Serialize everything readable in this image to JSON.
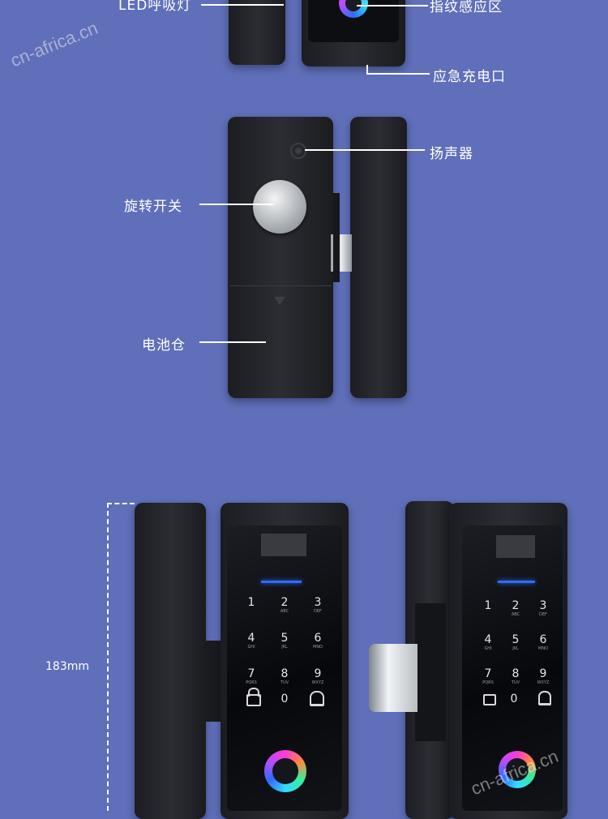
{
  "labels": {
    "led": "LED呼吸灯",
    "fingerprint": "指纹感应区",
    "charge": "应急充电口",
    "speaker": "扬声器",
    "knob": "旋转开关",
    "battery": "电池仓",
    "dimension": "183mm"
  },
  "watermark": "cn-africa.cn",
  "keypad": {
    "rows": [
      [
        {
          "n": "1",
          "s": ""
        },
        {
          "n": "2",
          "s": "ABC"
        },
        {
          "n": "3",
          "s": "DEF"
        }
      ],
      [
        {
          "n": "4",
          "s": "GHI"
        },
        {
          "n": "5",
          "s": "JKL"
        },
        {
          "n": "6",
          "s": "MNO"
        }
      ],
      [
        {
          "n": "7",
          "s": "PQRS"
        },
        {
          "n": "8",
          "s": "TUV"
        },
        {
          "n": "9",
          "s": "WXYZ"
        }
      ]
    ],
    "zero": "0"
  },
  "colors": {
    "background": "#5f6fb9",
    "device": "#1e1f24",
    "indicator": "#2f6bff"
  }
}
